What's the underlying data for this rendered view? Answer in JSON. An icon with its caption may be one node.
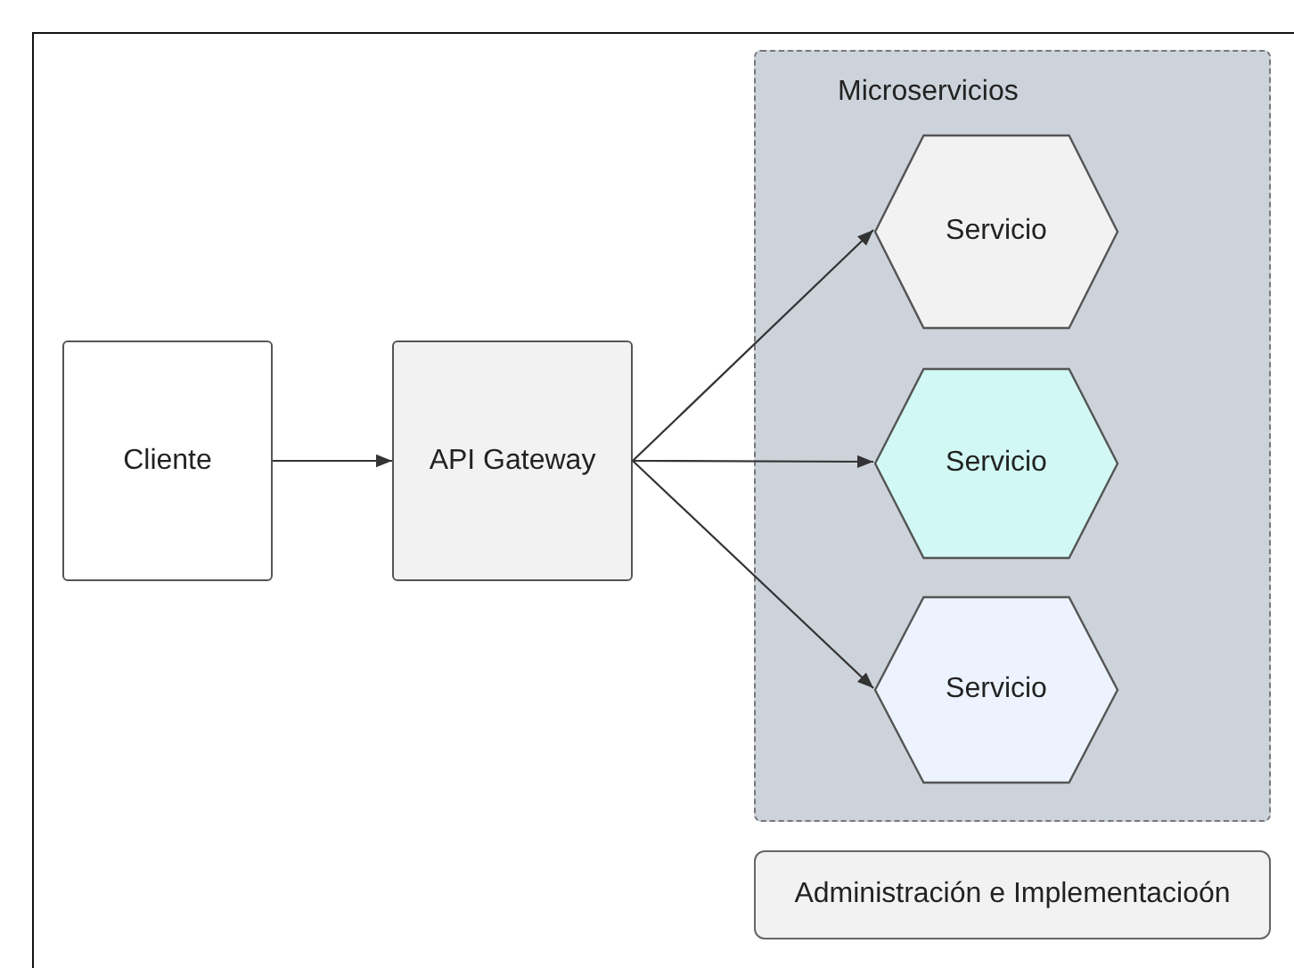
{
  "diagram": {
    "nodes": [
      {
        "text": [
          "Cliente"
        ]
      },
      {
        "text": [
          "API Gateway"
        ]
      },
      {
        "text": [
          "Microservicios"
        ]
      },
      {
        "text": [
          "Servicio"
        ],
        "in": 2
      },
      {
        "text": [
          "Servicio"
        ],
        "in": 2
      },
      {
        "text": [
          "Servicio"
        ],
        "in": 2
      },
      {
        "text": [
          "Administración e Implementacioón"
        ]
      }
    ],
    "edges": [
      {
        "from": 0,
        "to": 1,
        "arrow": "to"
      },
      {
        "from": 1,
        "to": 3,
        "arrow": "to"
      },
      {
        "from": 1,
        "to": 4,
        "arrow": "to"
      },
      {
        "from": 1,
        "to": 5,
        "arrow": "to"
      }
    ]
  }
}
